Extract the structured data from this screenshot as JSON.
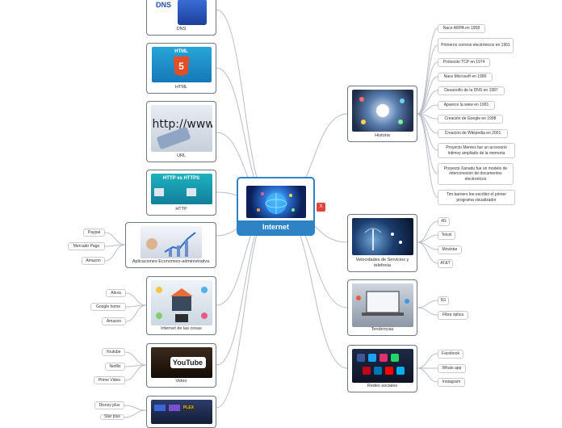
{
  "central": {
    "title": "Internet"
  },
  "branches": {
    "dns": {
      "label": "DNS",
      "pic_text": "DNS"
    },
    "html": {
      "label": "HTML",
      "pic_text": "HTML",
      "badge": "5"
    },
    "url": {
      "label": "URL",
      "pic_text": "http://www."
    },
    "http": {
      "label": "HTTP",
      "pic_text": "HTTP vs HTTPS"
    },
    "apps": {
      "label": "Aplicaciones Economico-administrativa",
      "children": [
        "Paypal",
        "Mercado Pago",
        "Amazon"
      ]
    },
    "iot": {
      "label": "Internet de las cosas",
      "children": [
        "Alexa",
        "Google home",
        "Amazon"
      ]
    },
    "video": {
      "label": "Video",
      "pic_text": "YouTube",
      "children": [
        "Youtube",
        "Netflix",
        "Prime Video"
      ]
    },
    "streaming": {
      "pic_text": "PLEX",
      "children": [
        "Disney plus",
        "Star plus"
      ]
    },
    "historia": {
      "label": "Historia",
      "children": [
        "Nace ARPA en 1958",
        "Primeros correos electrónicos en 1961",
        "Protocolo TCP en 1974",
        "Nace Microsoft en 1980",
        "Desarrollo de la DNS en 1987",
        "Aparece la www en 1991",
        "Creación de Google en 1998",
        "Creación de Wikipedia en 2001",
        "Proyecto Memex fue un accesorio íntimoy ampliado de la memoria",
        "Proyecto Xanadu fue un modelo de interconexion de documentos electronicos",
        "Tim barners lee escribio el primer programa visualizador"
      ]
    },
    "velocidades": {
      "label": "Velocidades de Servicios y telefonia",
      "children": [
        "4G",
        "Telcel",
        "Movistar",
        "AT&T"
      ]
    },
    "tendencias": {
      "label": "Tendencias",
      "children": [
        "5G",
        "Fibra optica"
      ]
    },
    "redes": {
      "label": "Redes sociales",
      "children": [
        "Facebook",
        "Whats app",
        "Instagram"
      ]
    }
  },
  "colors": {
    "central": "#2d83c5",
    "line": "#b8bec8",
    "node_border": "#6f7785"
  },
  "icons": {
    "xmind": "xmind-icon"
  },
  "xmind_icon_text": "X"
}
